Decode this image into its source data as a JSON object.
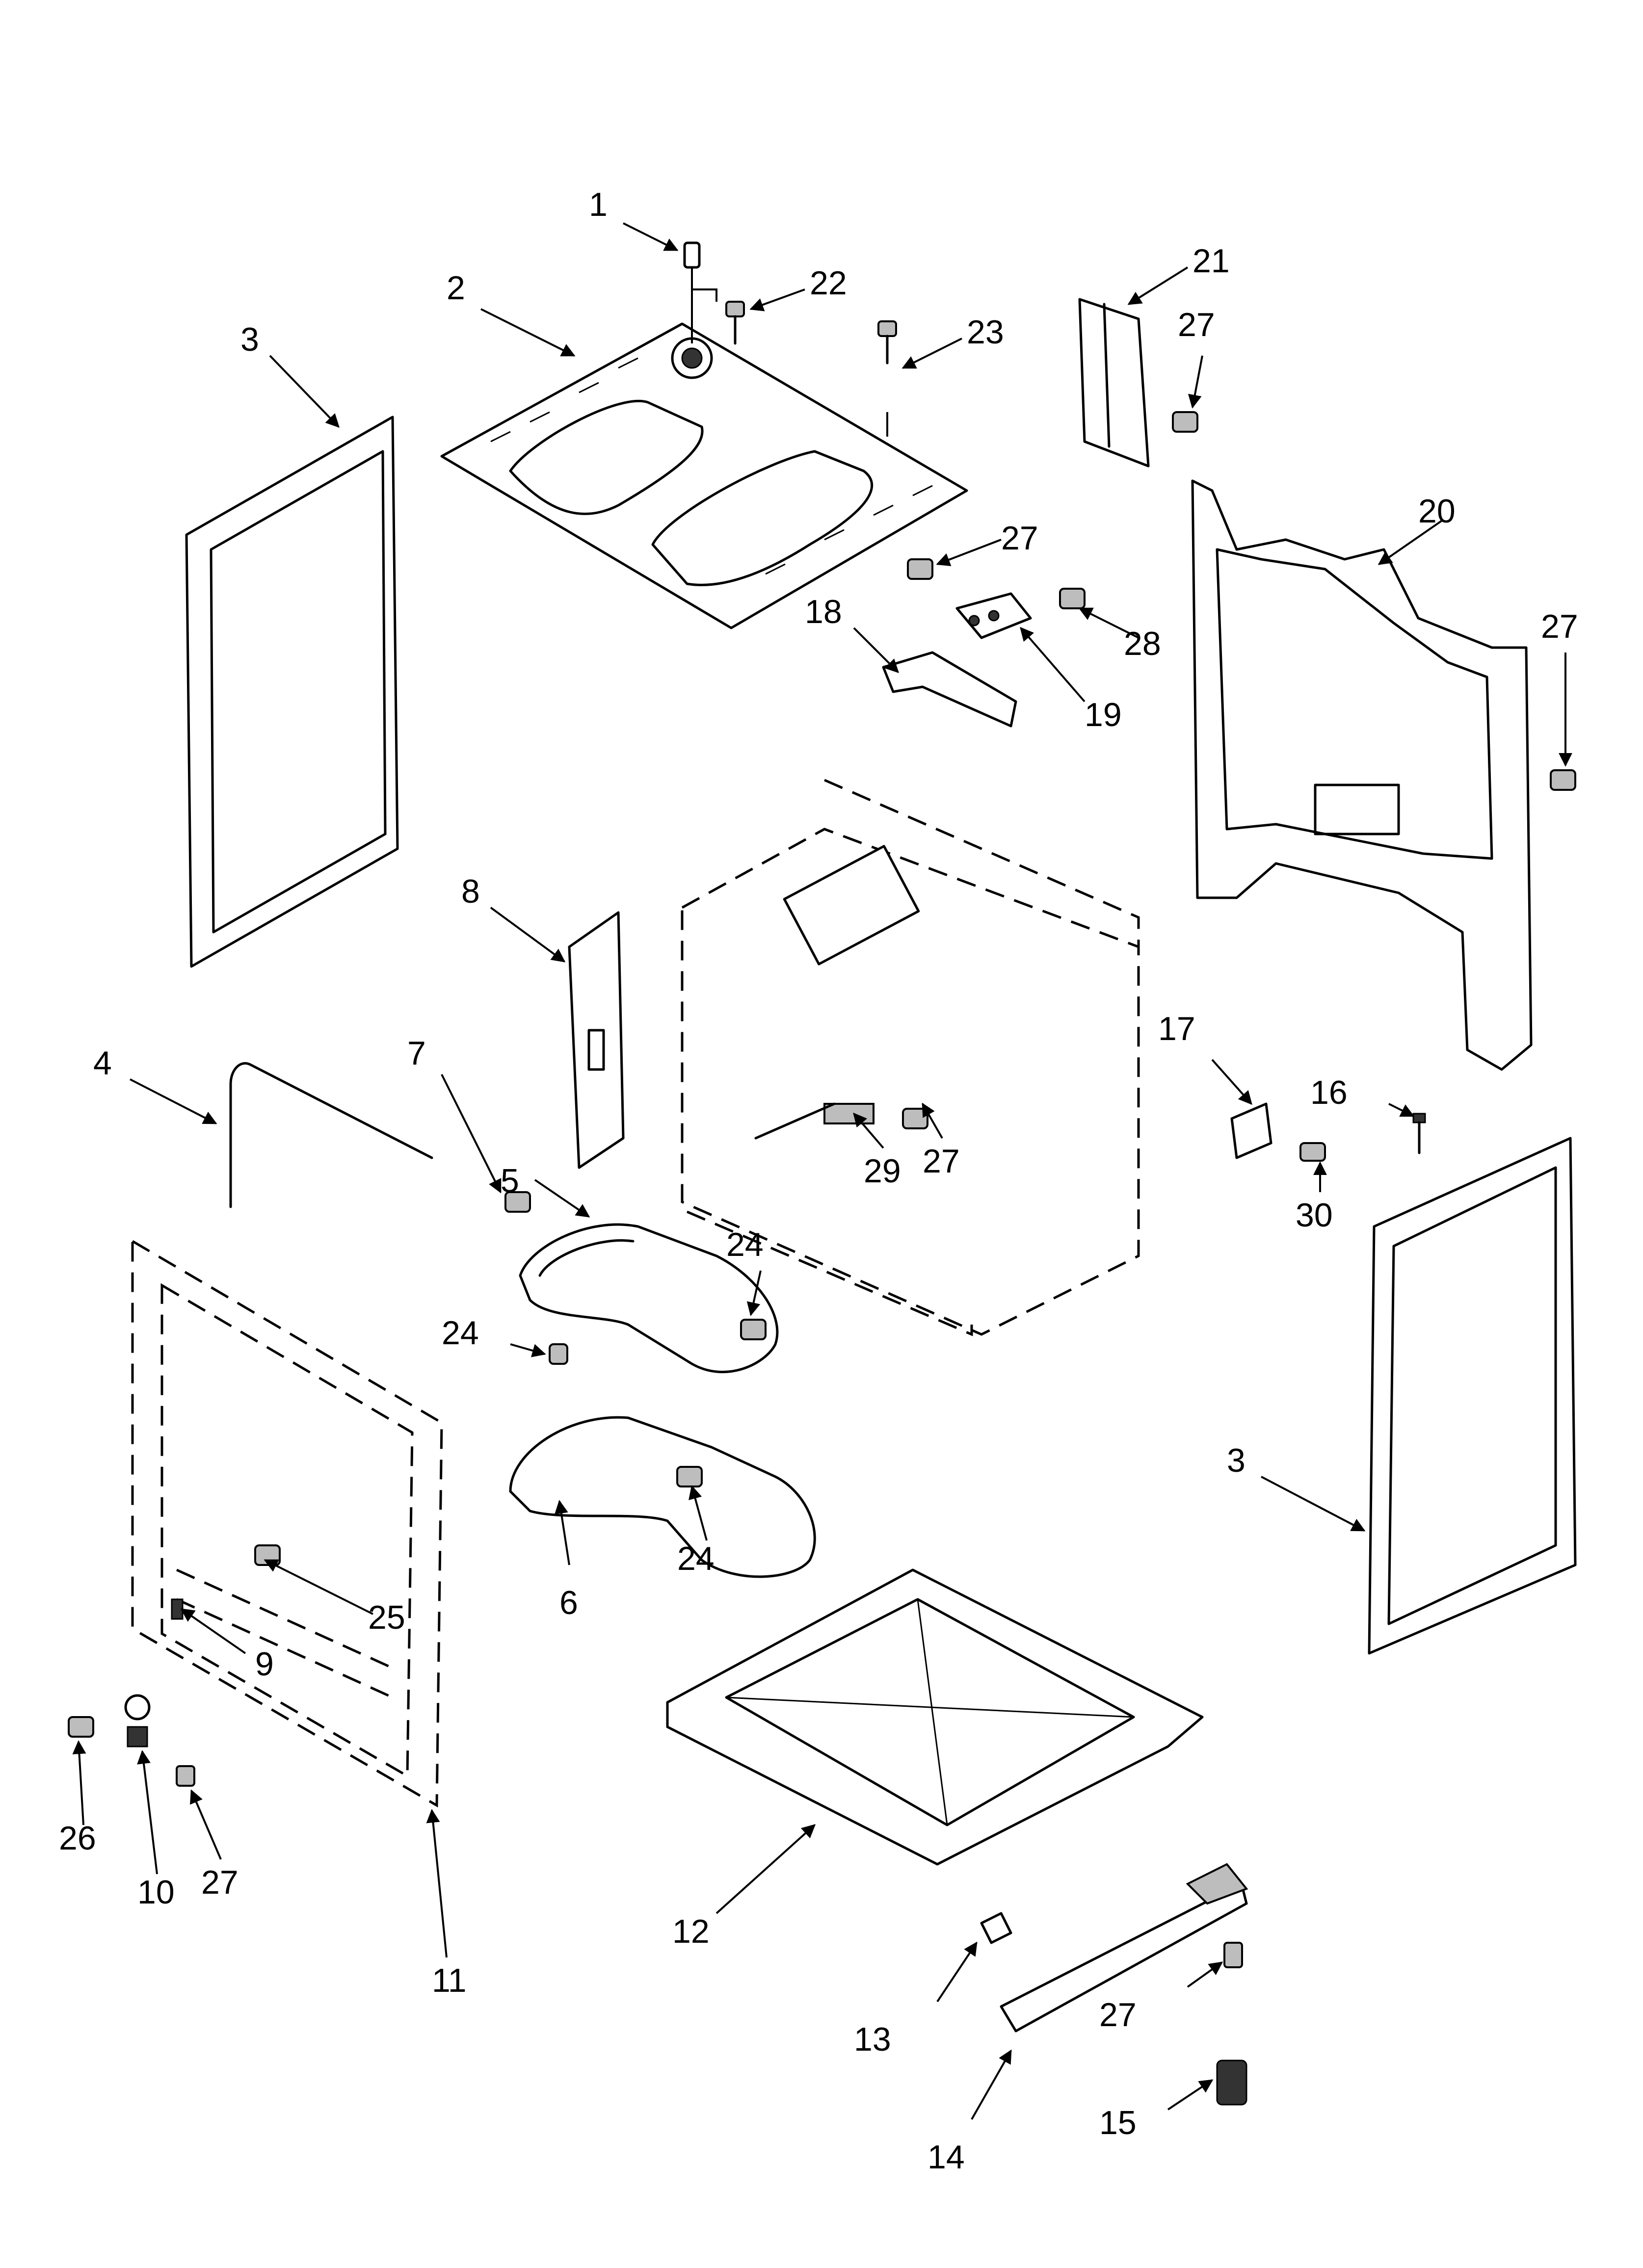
{
  "callouts": [
    {
      "id": "c1",
      "text": "1"
    },
    {
      "id": "c2",
      "text": "2"
    },
    {
      "id": "c3a",
      "text": "3"
    },
    {
      "id": "c3b",
      "text": "3"
    },
    {
      "id": "c4",
      "text": "4"
    },
    {
      "id": "c5",
      "text": "5"
    },
    {
      "id": "c6",
      "text": "6"
    },
    {
      "id": "c7",
      "text": "7"
    },
    {
      "id": "c8",
      "text": "8"
    },
    {
      "id": "c9",
      "text": "9"
    },
    {
      "id": "c10",
      "text": "10"
    },
    {
      "id": "c11",
      "text": "11"
    },
    {
      "id": "c12",
      "text": "12"
    },
    {
      "id": "c13",
      "text": "13"
    },
    {
      "id": "c14",
      "text": "14"
    },
    {
      "id": "c15",
      "text": "15"
    },
    {
      "id": "c16",
      "text": "16"
    },
    {
      "id": "c17",
      "text": "17"
    },
    {
      "id": "c18",
      "text": "18"
    },
    {
      "id": "c19",
      "text": "19"
    },
    {
      "id": "c20",
      "text": "20"
    },
    {
      "id": "c21",
      "text": "21"
    },
    {
      "id": "c22",
      "text": "22"
    },
    {
      "id": "c23",
      "text": "23"
    },
    {
      "id": "c24a",
      "text": "24"
    },
    {
      "id": "c24b",
      "text": "24"
    },
    {
      "id": "c24c",
      "text": "24"
    },
    {
      "id": "c25",
      "text": "25"
    },
    {
      "id": "c26",
      "text": "26"
    },
    {
      "id": "c27a",
      "text": "27"
    },
    {
      "id": "c27b",
      "text": "27"
    },
    {
      "id": "c27c",
      "text": "27"
    },
    {
      "id": "c27d",
      "text": "27"
    },
    {
      "id": "c27e",
      "text": "27"
    },
    {
      "id": "c27f",
      "text": "27"
    },
    {
      "id": "c28",
      "text": "28"
    },
    {
      "id": "c29",
      "text": "29"
    },
    {
      "id": "c30",
      "text": "30"
    }
  ]
}
